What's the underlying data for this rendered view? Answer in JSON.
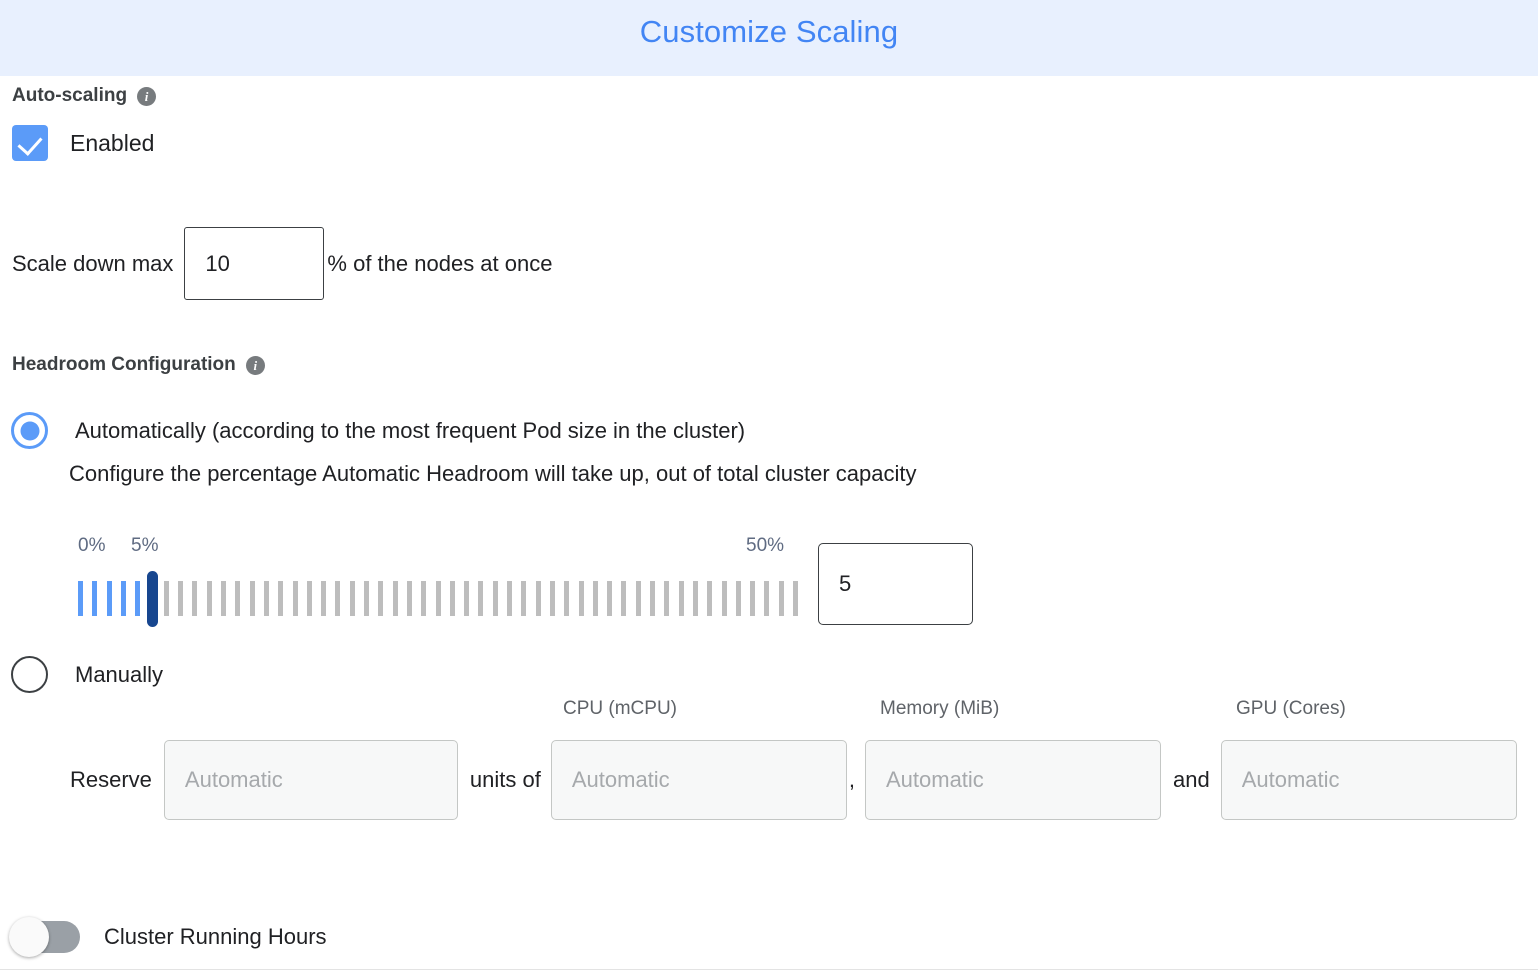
{
  "header": {
    "title": "Customize Scaling",
    "background": "#e8f0fe",
    "title_color": "#4285f4"
  },
  "autoscaling": {
    "section_label": "Auto-scaling",
    "info_icon": "info-icon",
    "enabled_label": "Enabled",
    "enabled_checked": true,
    "accent_color": "#5b9bf8"
  },
  "scale_down": {
    "prefix_label": "Scale down max",
    "value": "10",
    "suffix_label": "% of the nodes at once"
  },
  "headroom": {
    "section_label": "Headroom Configuration",
    "info_icon": "info-icon",
    "option_automatic": "Automatically (according to the most frequent Pod size in the cluster)",
    "automatic_description": "Configure the percentage Automatic Headroom will take up, out of total cluster capacity",
    "option_manual": "Manually",
    "selected_option": "automatic"
  },
  "slider": {
    "min_label": "0%",
    "current_label": "5%",
    "max_label": "50%",
    "min": 0,
    "max": 50,
    "value": 5,
    "value_text": "5",
    "tick_count": 51,
    "active_color": "#5b9bf8",
    "inactive_color": "#bdbdbd",
    "thumb_color": "#17468f",
    "label_color": "#5f6b82"
  },
  "reserve": {
    "reserve_label": "Reserve",
    "units_label": "units of",
    "comma": ",",
    "and_label": "and",
    "fields": [
      {
        "name": "units",
        "header": "",
        "placeholder": "Automatic",
        "value": ""
      },
      {
        "name": "cpu",
        "header": "CPU (mCPU)",
        "placeholder": "Automatic",
        "value": ""
      },
      {
        "name": "memory",
        "header": "Memory (MiB)",
        "placeholder": "Automatic",
        "value": ""
      },
      {
        "name": "gpu",
        "header": "GPU (Cores)",
        "placeholder": "Automatic",
        "value": ""
      }
    ]
  },
  "cluster_running_hours": {
    "label": "Cluster Running Hours",
    "enabled": false
  }
}
